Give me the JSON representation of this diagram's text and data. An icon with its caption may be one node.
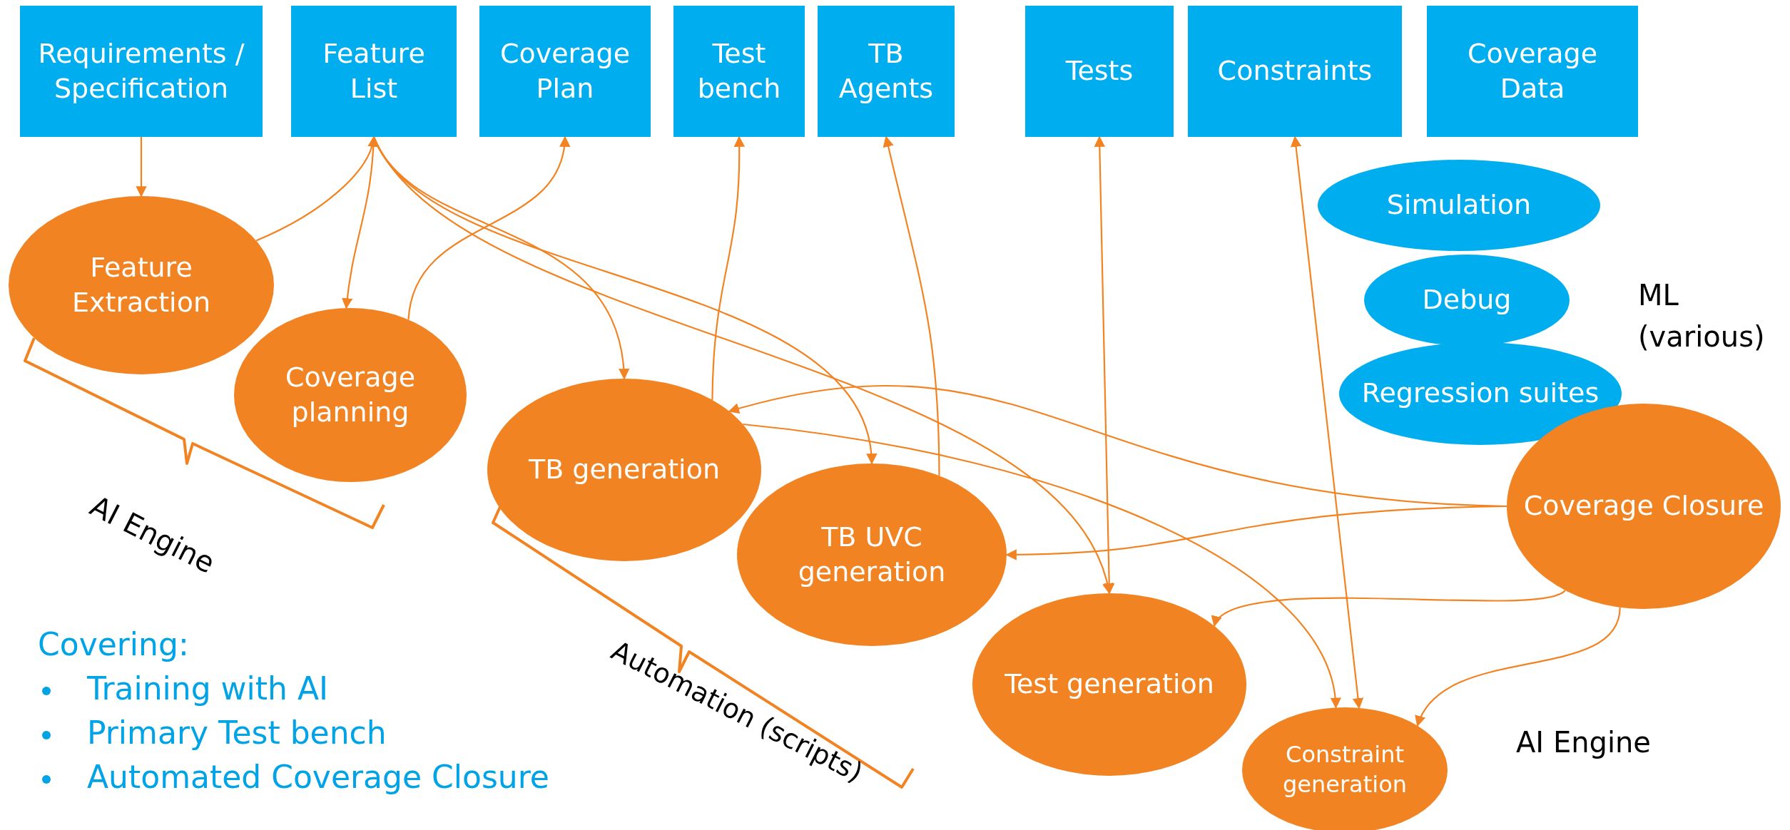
{
  "diagram": {
    "nodes": [
      {
        "text": [
          "Requirements / Specification"
        ]
      },
      {
        "text": [
          "Feature List"
        ]
      },
      {
        "text": [
          "Coverage Plan"
        ]
      },
      {
        "text": [
          "Test bench"
        ]
      },
      {
        "text": [
          "TB Agents"
        ]
      },
      {
        "text": [
          "Tests"
        ]
      },
      {
        "text": [
          "Constraints"
        ]
      },
      {
        "text": [
          "Coverage Data"
        ]
      },
      {
        "text": [
          "Simulation"
        ]
      },
      {
        "text": [
          "Debug"
        ]
      },
      {
        "text": [
          "Regression suites"
        ]
      },
      {
        "text": [
          "Feature Extraction"
        ]
      },
      {
        "text": [
          "Coverage planning"
        ]
      },
      {
        "text": [
          "TB generation"
        ]
      },
      {
        "text": [
          "TB UVC generation"
        ]
      },
      {
        "text": [
          "Coverage Closure"
        ]
      },
      {
        "text": [
          "Test generation"
        ]
      },
      {
        "text": [
          "Constraint generation"
        ]
      }
    ],
    "edges": [
      {
        "from": 0,
        "to": 11,
        "arrow": "to"
      },
      {
        "from": 11,
        "to": 1,
        "arrow": "to"
      },
      {
        "from": 1,
        "to": 12,
        "arrow": "to"
      },
      {
        "from": 1,
        "to": 13,
        "arrow": "to"
      },
      {
        "from": 1,
        "to": 14,
        "arrow": "to"
      },
      {
        "from": 1,
        "to": 16,
        "arrow": "to"
      },
      {
        "from": 12,
        "to": 2,
        "arrow": "to"
      },
      {
        "from": 13,
        "to": 3,
        "arrow": "to"
      },
      {
        "from": 14,
        "to": 4,
        "arrow": "to"
      },
      {
        "from": 5,
        "to": 16,
        "arrow": "both"
      },
      {
        "from": 6,
        "to": 17,
        "arrow": "both"
      },
      {
        "from": 15,
        "to": 13,
        "arrow": "to"
      },
      {
        "from": 15,
        "to": 14,
        "arrow": "to"
      },
      {
        "from": 15,
        "to": 16,
        "arrow": "to"
      },
      {
        "from": 15,
        "to": 17,
        "arrow": "to"
      },
      {
        "from": 13,
        "to": 17,
        "arrow": "to"
      }
    ],
    "labels": [
      "ML (various)",
      "AI Engine",
      "Automation (scripts)",
      "AI Engine",
      "Covering:",
      "Training with AI",
      "Primary Test bench",
      "Automated Coverage Closure"
    ]
  }
}
